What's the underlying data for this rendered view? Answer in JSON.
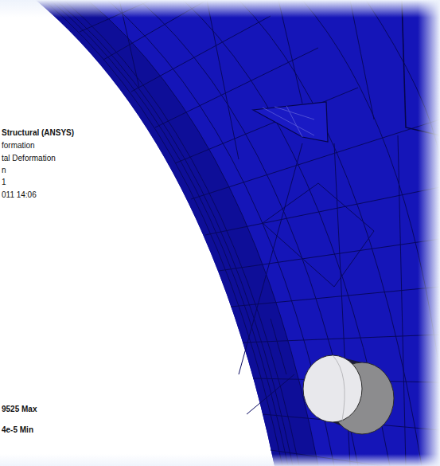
{
  "diagram": {
    "labels": [
      "Structural (ANSYS)",
      "formation",
      "tal Deformation",
      "n",
      "1",
      "011 14:06",
      "9525 Max",
      "4e-5 Min"
    ]
  }
}
